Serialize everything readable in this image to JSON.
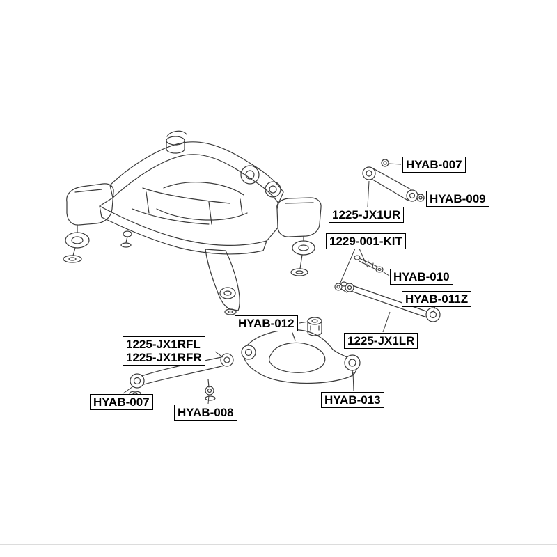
{
  "diagram": {
    "colors": {
      "line": "#3a3a3a",
      "label_border": "#000000",
      "label_background": "#ffffff",
      "label_text": "#000000",
      "background": "#ffffff"
    },
    "labels": [
      {
        "id": "hyab-007-upper",
        "text": "HYAB-007"
      },
      {
        "id": "hyab-009",
        "text": "HYAB-009"
      },
      {
        "id": "1225-jx1ur",
        "text": "1225-JX1UR"
      },
      {
        "id": "1229-001-kit",
        "text": "1229-001-KIT"
      },
      {
        "id": "hyab-010",
        "text": "HYAB-010"
      },
      {
        "id": "hyab-011z",
        "text": "HYAB-011Z"
      },
      {
        "id": "1225-jx1lr",
        "text": "1225-JX1LR"
      },
      {
        "id": "hyab-012",
        "text": "HYAB-012"
      },
      {
        "id": "1225-jx1rfl",
        "text": "1225-JX1RFL"
      },
      {
        "id": "1225-jx1rfr",
        "text": "1225-JX1RFR"
      },
      {
        "id": "hyab-007-lower",
        "text": "HYAB-007"
      },
      {
        "id": "hyab-008",
        "text": "HYAB-008"
      },
      {
        "id": "hyab-013",
        "text": "HYAB-013"
      }
    ]
  }
}
